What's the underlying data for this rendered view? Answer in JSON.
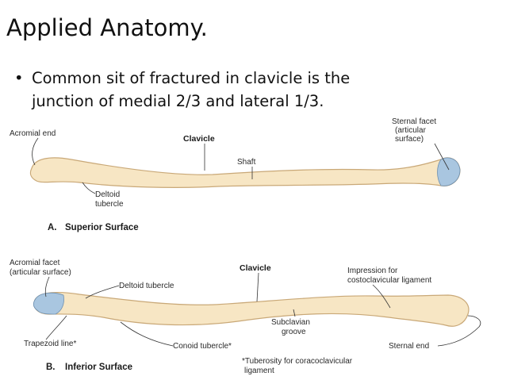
{
  "slide": {
    "title": "Applied Anatomy.",
    "bullet_line1": "Common sit of fractured in clavicle is the",
    "bullet_line2": "junction of medial 2/3 and lateral 1/3."
  },
  "figure_a": {
    "acromial_end": "Acromial end",
    "clavicle": "Clavicle",
    "sternal_facet_1": "Sternal facet",
    "sternal_facet_2": "(articular",
    "sternal_facet_3": "surface)",
    "shaft": "Shaft",
    "deltoid_1": "Deltoid",
    "deltoid_2": "tubercle",
    "caption_letter": "A.",
    "caption": "Superior Surface"
  },
  "figure_b": {
    "acromial_facet_1": "Acromial facet",
    "acromial_facet_2": "(articular surface)",
    "clavicle": "Clavicle",
    "impression_1": "Impression for",
    "impression_2": "costoclavicular ligament",
    "deltoid_tubercle": "Deltoid tubercle",
    "subclavian_1": "Subclavian",
    "subclavian_2": "groove",
    "trapezoid": "Trapezoid line*",
    "conoid": "Conoid tubercle*",
    "sternal_end": "Sternal end",
    "tuberosity_1": "*Tuberosity for coracoclavicular",
    "tuberosity_2": "ligament",
    "caption_letter": "B.",
    "caption": "Inferior Surface"
  },
  "colors": {
    "bone_fill": "#f7e6c4",
    "bone_outline": "#c9a877",
    "facet_fill": "#a9c6e0"
  }
}
